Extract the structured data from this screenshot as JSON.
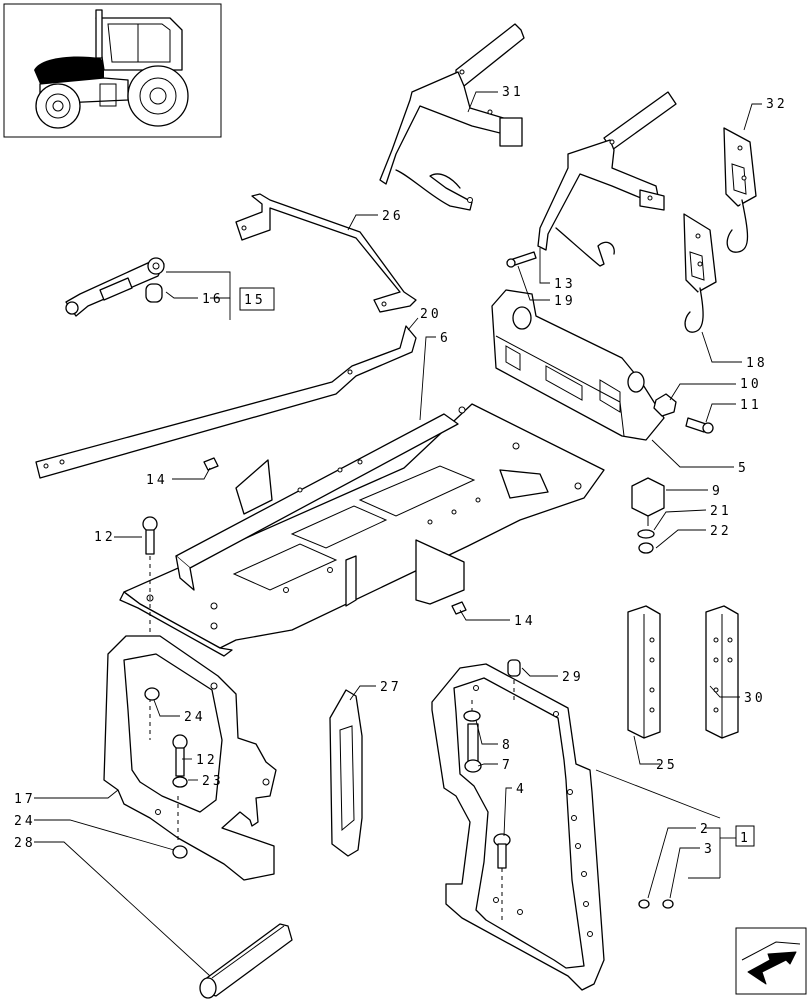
{
  "callouts": [
    {
      "id": "31",
      "label": "31"
    },
    {
      "id": "32",
      "label": "32"
    },
    {
      "id": "26",
      "label": "26"
    },
    {
      "id": "13",
      "label": "13"
    },
    {
      "id": "19",
      "label": "19"
    },
    {
      "id": "16",
      "label": "16"
    },
    {
      "id": "15",
      "label": "15"
    },
    {
      "id": "20",
      "label": "20"
    },
    {
      "id": "6",
      "label": "6"
    },
    {
      "id": "18",
      "label": "18"
    },
    {
      "id": "10",
      "label": "10"
    },
    {
      "id": "11",
      "label": "11"
    },
    {
      "id": "14a",
      "label": "14"
    },
    {
      "id": "5",
      "label": "5"
    },
    {
      "id": "9",
      "label": "9"
    },
    {
      "id": "21",
      "label": "21"
    },
    {
      "id": "22",
      "label": "22"
    },
    {
      "id": "12a",
      "label": "12"
    },
    {
      "id": "14b",
      "label": "14"
    },
    {
      "id": "27",
      "label": "27"
    },
    {
      "id": "29",
      "label": "29"
    },
    {
      "id": "24a",
      "label": "24"
    },
    {
      "id": "8",
      "label": "8"
    },
    {
      "id": "30",
      "label": "30"
    },
    {
      "id": "12b",
      "label": "12"
    },
    {
      "id": "23",
      "label": "23"
    },
    {
      "id": "7",
      "label": "7"
    },
    {
      "id": "25",
      "label": "25"
    },
    {
      "id": "4",
      "label": "4"
    },
    {
      "id": "17",
      "label": "17"
    },
    {
      "id": "24b",
      "label": "24"
    },
    {
      "id": "2",
      "label": "2"
    },
    {
      "id": "1",
      "label": "1"
    },
    {
      "id": "3",
      "label": "3"
    },
    {
      "id": "28",
      "label": "28"
    }
  ],
  "icons": {
    "thumbnail": "tractor-thumbnail-icon",
    "navigation": "next-page-arrow-icon"
  },
  "colors": {
    "line": "#000000",
    "background": "#ffffff",
    "highlight": "#000000"
  }
}
